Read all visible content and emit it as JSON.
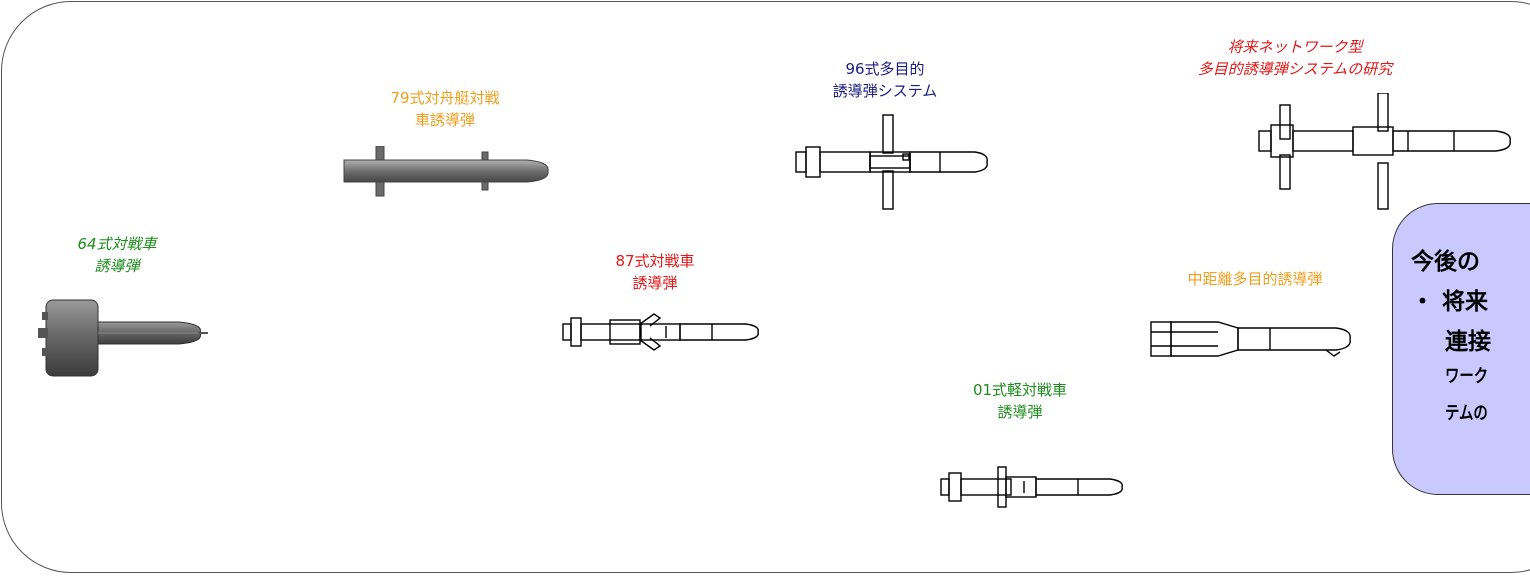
{
  "labels": {
    "type64": [
      "64式対戦車",
      "誘導弾"
    ],
    "type79": [
      "79式対舟艇対戦",
      "車誘導弾"
    ],
    "type87": [
      "87式対戦車",
      "誘導弾"
    ],
    "type96": [
      "96式多目的",
      "誘導弾システム"
    ],
    "type01": [
      "01式軽対戦車",
      "誘導弾"
    ],
    "future": [
      "将来ネットワーク型",
      "多目的誘導弾システムの研究"
    ],
    "midrange": "中距離多目的誘導弾"
  },
  "callout": {
    "title": "今後の",
    "line1": "・ 将来",
    "line2": "連接",
    "line3": "ワーク",
    "line4": "テムの"
  },
  "colors": {
    "green": "#1e8c1e",
    "orange": "#f0a020",
    "navy": "#1a1a80",
    "red": "#e01818",
    "callout_bg": "#c9c9ff"
  }
}
